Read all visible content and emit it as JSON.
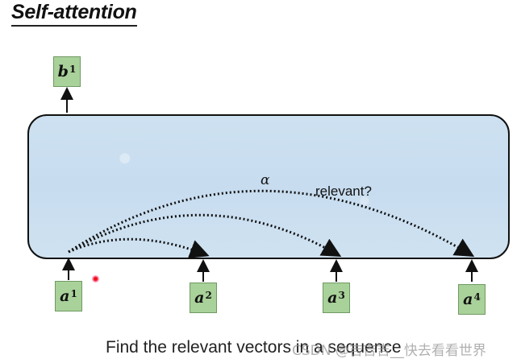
{
  "title": "Self-attention",
  "output_vector": {
    "base": "b",
    "sup": "1"
  },
  "input_vectors": [
    {
      "base": "a",
      "sup": "1"
    },
    {
      "base": "a",
      "sup": "2"
    },
    {
      "base": "a",
      "sup": "3"
    },
    {
      "base": "a",
      "sup": "4"
    }
  ],
  "alpha_label": "α",
  "relevant_label": "relevant?",
  "caption": "Find the relevant vectors in a sequence",
  "watermark": "CSDN @吉吉吉__快去看看世界",
  "colors": {
    "vector_fill": "#a9d19a",
    "box_fill": "#c9ddef"
  }
}
